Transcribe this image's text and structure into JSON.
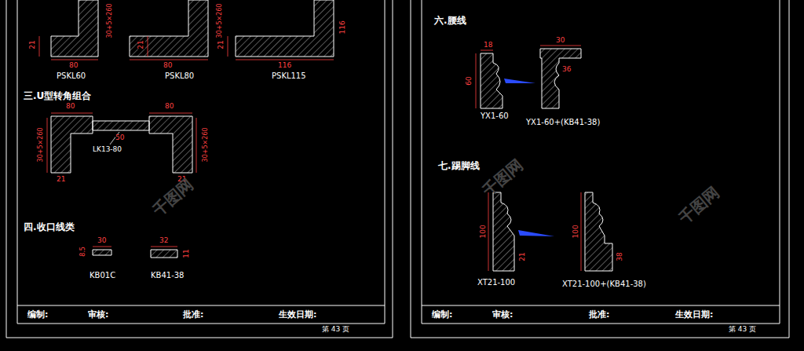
{
  "diagram": {
    "labels": [
      "21",
      "30+5×260",
      "80",
      "PSKL60",
      "21",
      "30+5×260",
      "80",
      "PSKL80",
      "21",
      "116",
      "116",
      "PSKL115",
      "三.U型转角组合",
      "80",
      "80",
      "50",
      "30+5×260",
      "30+5×260",
      "21",
      "21",
      "LK13-80",
      "四.收口线类",
      "30",
      "8.5",
      "KB01C",
      "32",
      "11",
      "KB41-38",
      "编制:",
      "审核:",
      "批准:",
      "生效日期:",
      "第 43 页",
      "六.腰线",
      "18",
      "60",
      "30",
      "36",
      "YX1-60",
      "YX1-60+(KB41-38)",
      "七.踢脚线",
      "100",
      "21",
      "100",
      "38",
      "XT21-100",
      "XT21-100+(KB41-38)",
      "编制:",
      "审核:",
      "批准:",
      "生效日期:",
      "第 43 页",
      "千图网",
      "千图网",
      "千图网"
    ]
  }
}
